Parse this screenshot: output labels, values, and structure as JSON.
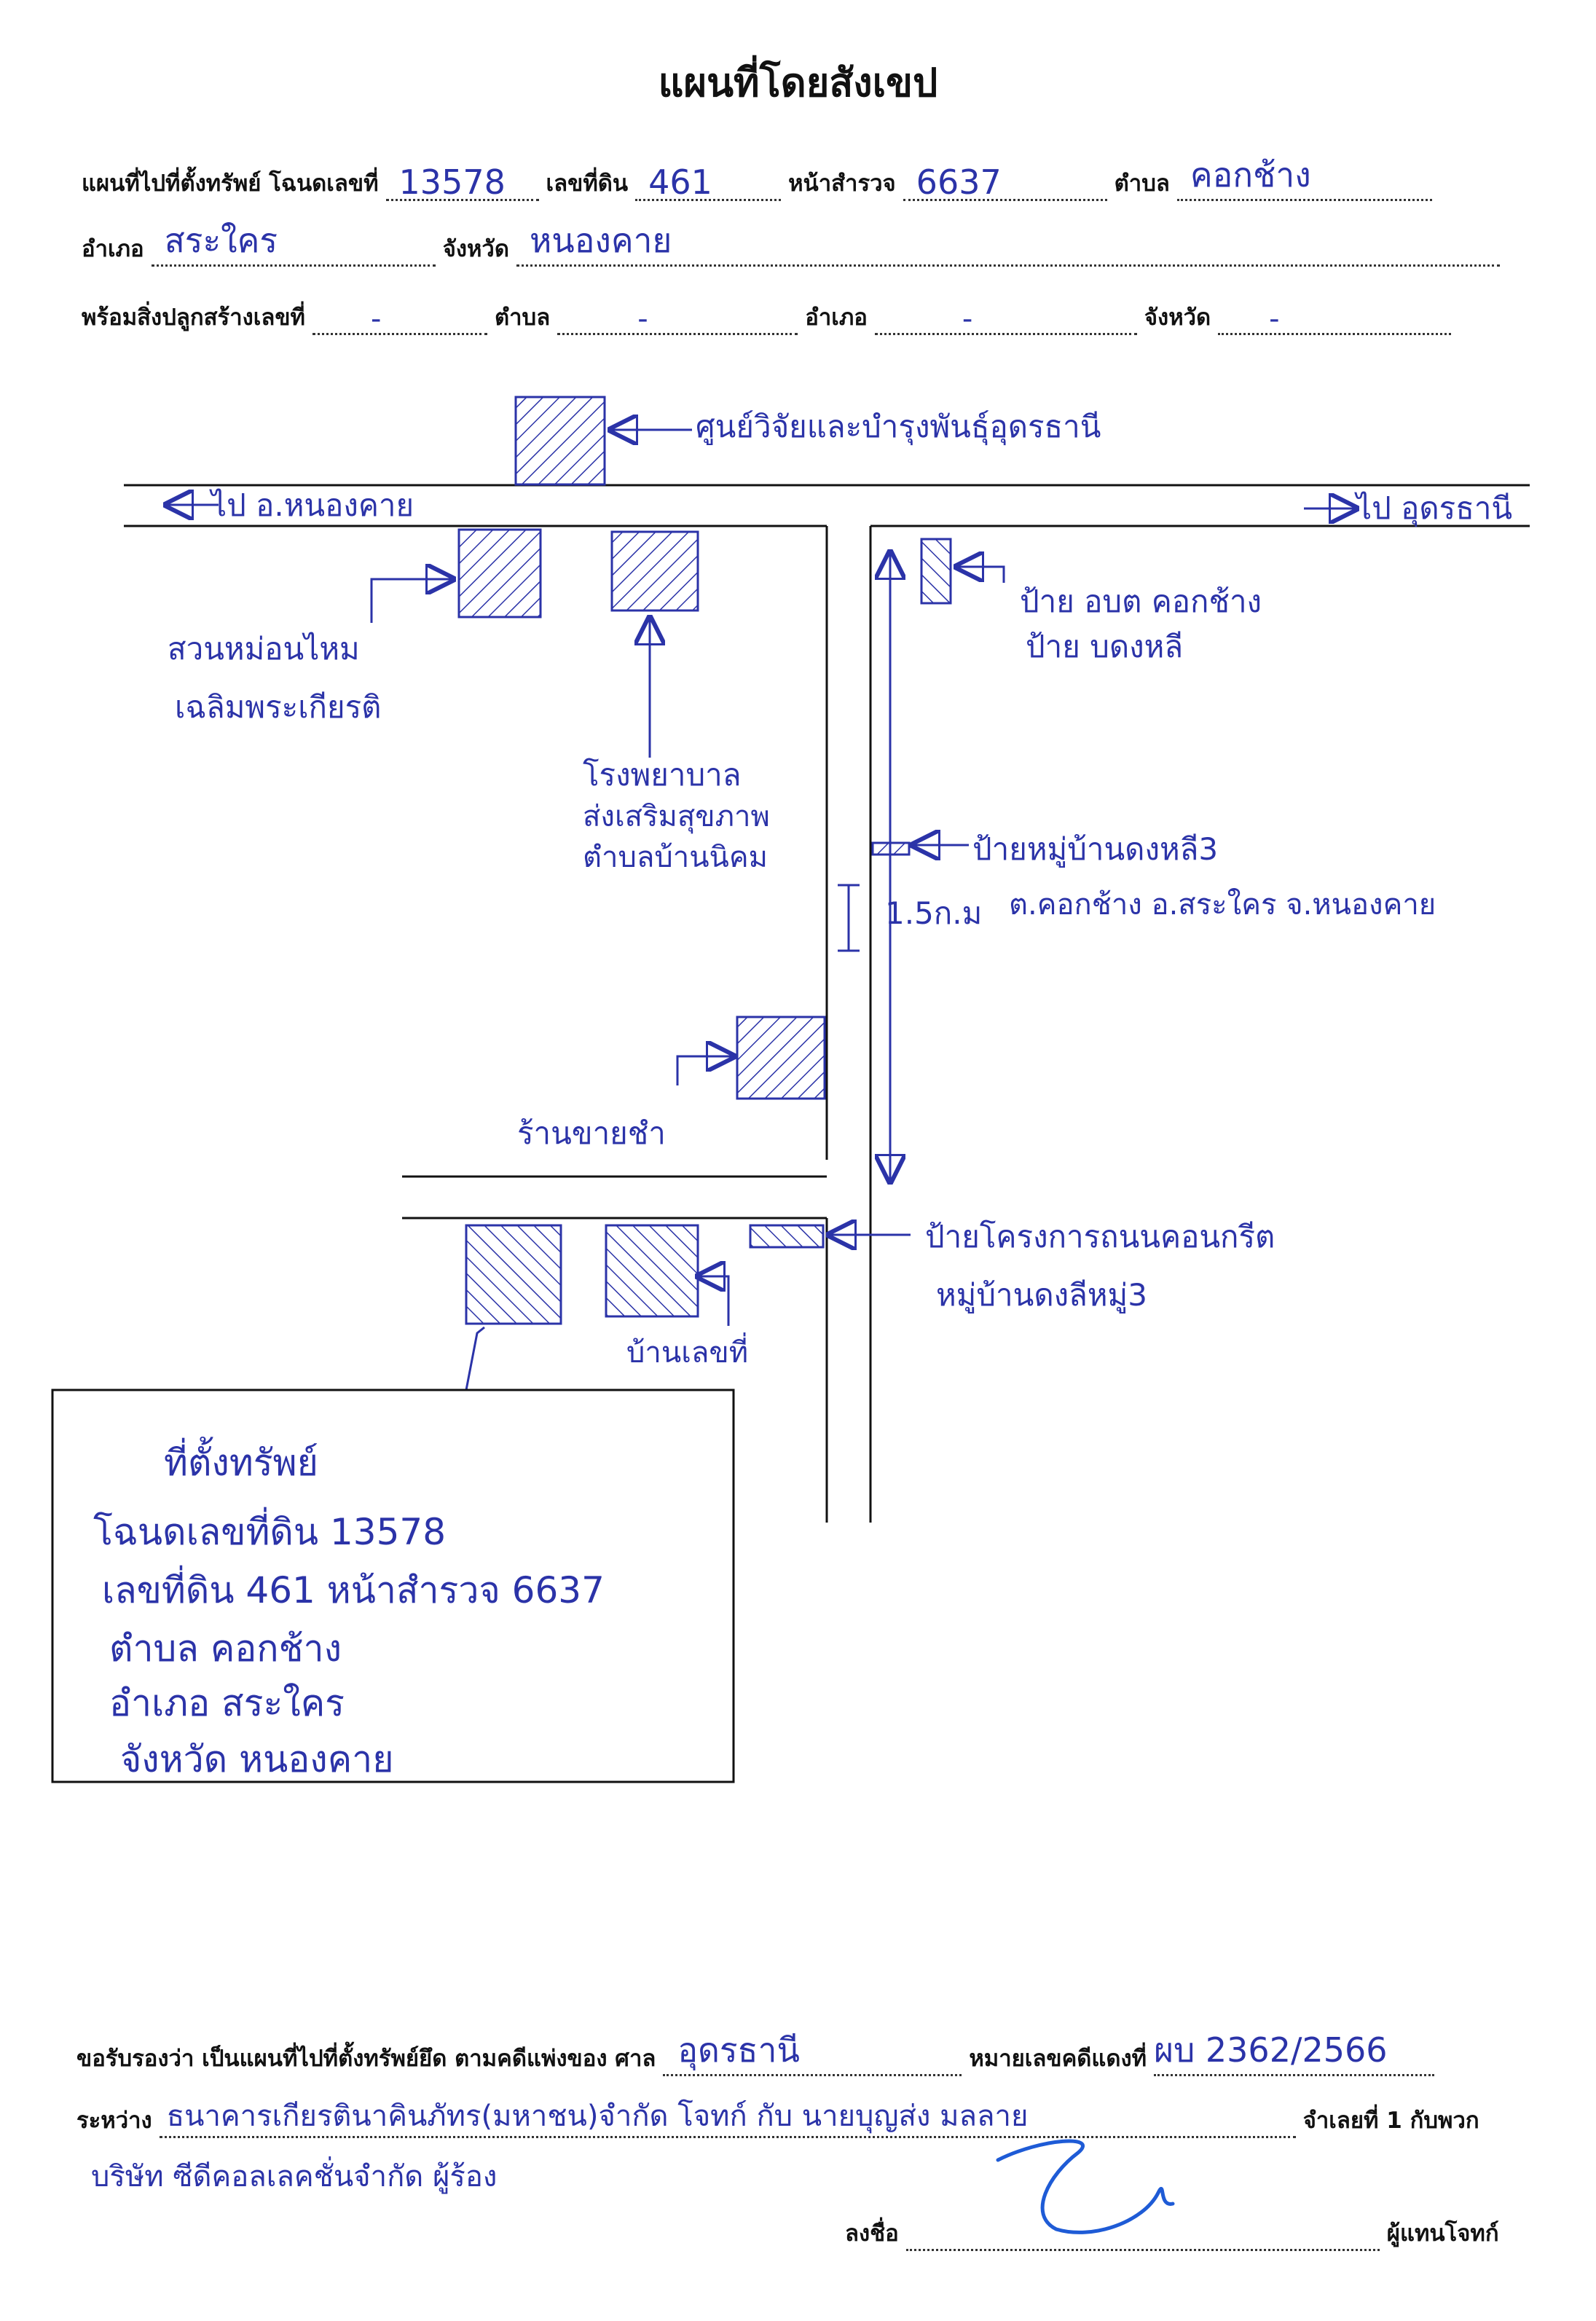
{
  "title": "แผนที่โดยสังเขป",
  "header": {
    "row1": {
      "label_title_deed": "แผนที่ไปที่ตั้งทรัพย์ โฉนดเลขที่",
      "deed_no": "13578",
      "label_land_no": "เลขที่ดิน",
      "land_no": "461",
      "label_survey_page": "หน้าสำรวจ",
      "survey_page": "6637",
      "label_subdistrict": "ตำบล",
      "subdistrict": "คอกช้าง"
    },
    "row2": {
      "label_district": "อำเภอ",
      "district": "สระใคร",
      "label_province": "จังหวัด",
      "province": "หนองคาย"
    },
    "row3": {
      "label_building_no": "พร้อมสิ่งปลูกสร้างเลขที่",
      "building_no": "-",
      "label_subdistrict": "ตำบล",
      "subdistrict": "-",
      "label_district": "อำเภอ",
      "district": "-",
      "label_province": "จังหวัด",
      "province": "-"
    }
  },
  "map": {
    "center_label": "ศูนย์วิจัยและบำรุงพันธุ์อุดรธานี",
    "to_nongkhai": "ไป อ.หนองคาย",
    "to_udon": "ไป อุดรธานี",
    "park_label_1": "สวนหม่อนไหม",
    "park_label_2": "เฉลิมพระเกียรติ",
    "sign_obt_1": "ป้าย อบต คอกช้าง",
    "sign_obt_2": "ป้าย บดงหลี",
    "hospital_1": "โรงพยาบาล",
    "hospital_2": "ส่งเสริมสุขภาพ",
    "hospital_3": "ตำบลบ้านนิคม",
    "village_sign": "ป้ายหมู่บ้านดงหลี3",
    "distance": "1.5ก.ม",
    "address": "ต.คอกช้าง อ.สระใคร จ.หนองคาย",
    "shop": "ร้านขายชำ",
    "project_sign_1": "ป้ายโครงการถนนคอนกรีต",
    "project_sign_2": "หมู่บ้านดงลีหมู่3",
    "house_label": "บ้านเลขที่",
    "property_box": {
      "line1": "ที่ตั้งทรัพย์",
      "line2": "โฉนดเลขที่ดิน 13578",
      "line3": "เลขที่ดิน 461 หน้าสำรวจ 6637",
      "line4": "ตำบล คอกช้าง",
      "line5": "อำเภอ สระใคร",
      "line6": "จังหวัด หนองคาย"
    }
  },
  "footer": {
    "cert_label": "ขอรับรองว่า เป็นแผนที่ไปที่ตั้งทรัพย์ยึด ตามคดีแพ่งของ ศาล",
    "court": "อุดรธานี",
    "case_label": "หมายเลขคดีแดงที่",
    "case_no": "ผบ 2362/2566",
    "between_label": "ระหว่าง",
    "parties": "ธนาคารเกียรตินาคินภัทร(มหาชน)จำกัด โจทก์ กับ นายบุญส่ง มลลาย",
    "defendant_label": "จำเลยที่ 1 กับพวก",
    "continuation": "บริษัท ซีดีคอลเลคชั่นจำกัด ผู้ร้อง",
    "sign_label": "ลงชื่อ",
    "rep_label": "ผู้แทนโจทก์"
  },
  "colors": {
    "ink": "#2b33a8",
    "print": "#111111"
  }
}
